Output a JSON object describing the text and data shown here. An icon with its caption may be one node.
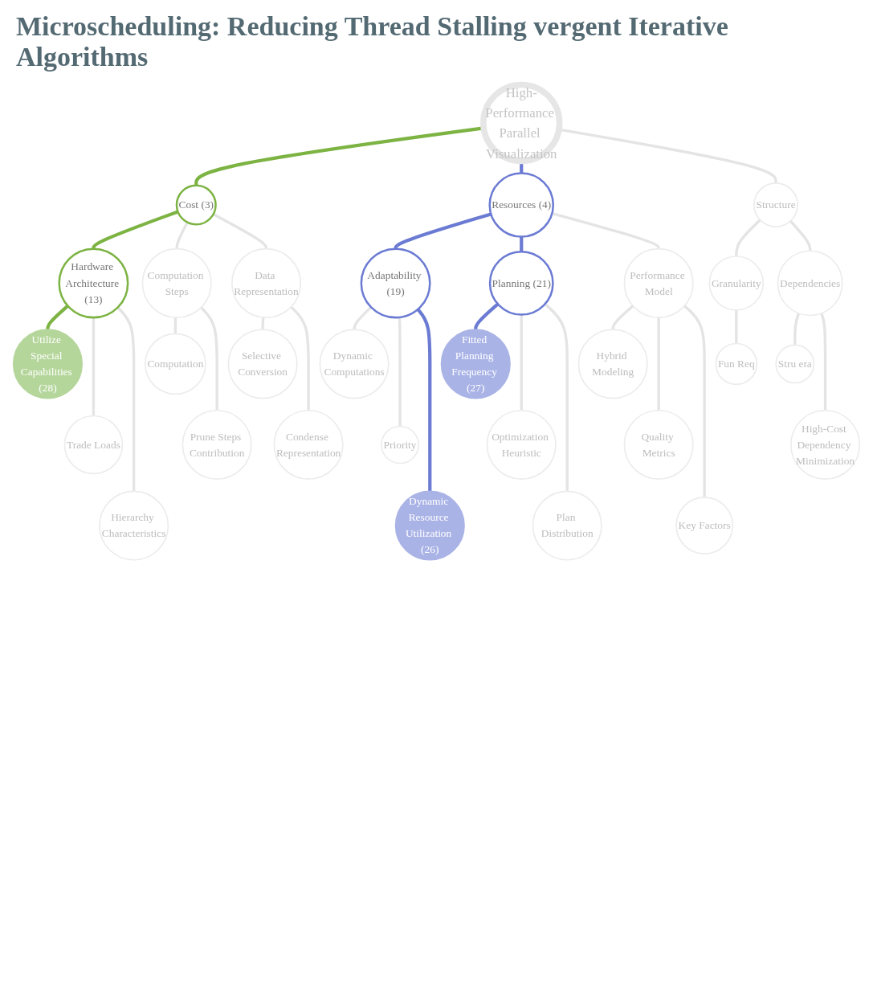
{
  "diagram": {
    "title": "Microscheduling: Reducing Thread Stalling vergent Iterative Algorithms",
    "nodes": [
      {
        "text": [
          "High-Performance Parallel Visualization"
        ]
      },
      {
        "text": [
          "Cost (3)"
        ]
      },
      {
        "text": [
          "Hardware Architecture (13)"
        ]
      },
      {
        "text": [
          "Utilize Special Capabilities (28)"
        ]
      },
      {
        "text": [
          "Trade Loads"
        ]
      },
      {
        "text": [
          "Hierarchy Characteristics"
        ]
      },
      {
        "text": [
          "Computation Steps"
        ]
      },
      {
        "text": [
          "Computation"
        ]
      },
      {
        "text": [
          "Prune Steps Contribution"
        ]
      },
      {
        "text": [
          "Data Representation"
        ]
      },
      {
        "text": [
          "Selective Conversion"
        ]
      },
      {
        "text": [
          "Condense Representation"
        ]
      },
      {
        "text": [
          "Resources (4)"
        ]
      },
      {
        "text": [
          "Adaptability (19)"
        ]
      },
      {
        "text": [
          "Dynamic Computations"
        ]
      },
      {
        "text": [
          "Priority"
        ]
      },
      {
        "text": [
          "Dynamic Resource Utilization (26)"
        ]
      },
      {
        "text": [
          "Planning (21)"
        ]
      },
      {
        "text": [
          "Fitted Planning Frequency (27)"
        ]
      },
      {
        "text": [
          "Optimization Heuristic"
        ]
      },
      {
        "text": [
          "Plan Distribution"
        ]
      },
      {
        "text": [
          "Performance Model"
        ]
      },
      {
        "text": [
          "Hybrid Modeling"
        ]
      },
      {
        "text": [
          "Quality Metrics"
        ]
      },
      {
        "text": [
          "Key Factors"
        ]
      },
      {
        "text": [
          "Structure"
        ]
      },
      {
        "text": [
          "Granularity"
        ]
      },
      {
        "text": [
          "Fun Req"
        ]
      },
      {
        "text": [
          "Dependencies"
        ]
      },
      {
        "text": [
          "Stru era"
        ]
      },
      {
        "text": [
          "High-Cost Dependency Minimization"
        ]
      }
    ],
    "edges": [
      {
        "from": 0,
        "to": 1,
        "arrow": "none",
        "color": "#7cb342"
      },
      {
        "from": 1,
        "to": 2,
        "arrow": "none",
        "color": "#7cb342"
      },
      {
        "from": 2,
        "to": 3,
        "arrow": "none",
        "color": "#7cb342"
      },
      {
        "from": 2,
        "to": 4,
        "arrow": "none"
      },
      {
        "from": 2,
        "to": 5,
        "arrow": "none"
      },
      {
        "from": 1,
        "to": 6,
        "arrow": "none"
      },
      {
        "from": 6,
        "to": 7,
        "arrow": "none"
      },
      {
        "from": 6,
        "to": 8,
        "arrow": "none"
      },
      {
        "from": 1,
        "to": 9,
        "arrow": "none"
      },
      {
        "from": 9,
        "to": 10,
        "arrow": "none"
      },
      {
        "from": 9,
        "to": 11,
        "arrow": "none"
      },
      {
        "from": 0,
        "to": 12,
        "arrow": "none",
        "color": "#6b7bd3"
      },
      {
        "from": 12,
        "to": 13,
        "arrow": "none",
        "color": "#6b7bd3"
      },
      {
        "from": 13,
        "to": 14,
        "arrow": "none"
      },
      {
        "from": 13,
        "to": 15,
        "arrow": "none"
      },
      {
        "from": 13,
        "to": 16,
        "arrow": "none",
        "color": "#6b7bd3"
      },
      {
        "from": 12,
        "to": 17,
        "arrow": "none",
        "color": "#6b7bd3"
      },
      {
        "from": 17,
        "to": 18,
        "arrow": "none",
        "color": "#6b7bd3"
      },
      {
        "from": 17,
        "to": 19,
        "arrow": "none"
      },
      {
        "from": 17,
        "to": 20,
        "arrow": "none"
      },
      {
        "from": 12,
        "to": 21,
        "arrow": "none"
      },
      {
        "from": 21,
        "to": 22,
        "arrow": "none"
      },
      {
        "from": 21,
        "to": 23,
        "arrow": "none"
      },
      {
        "from": 21,
        "to": 24,
        "arrow": "none"
      },
      {
        "from": 0,
        "to": 25,
        "arrow": "none"
      },
      {
        "from": 25,
        "to": 26,
        "arrow": "none"
      },
      {
        "from": 26,
        "to": 27,
        "arrow": "none"
      },
      {
        "from": 25,
        "to": 28,
        "arrow": "none"
      },
      {
        "from": 28,
        "to": 29,
        "arrow": "none"
      },
      {
        "from": 28,
        "to": 30,
        "arrow": "none"
      }
    ]
  }
}
